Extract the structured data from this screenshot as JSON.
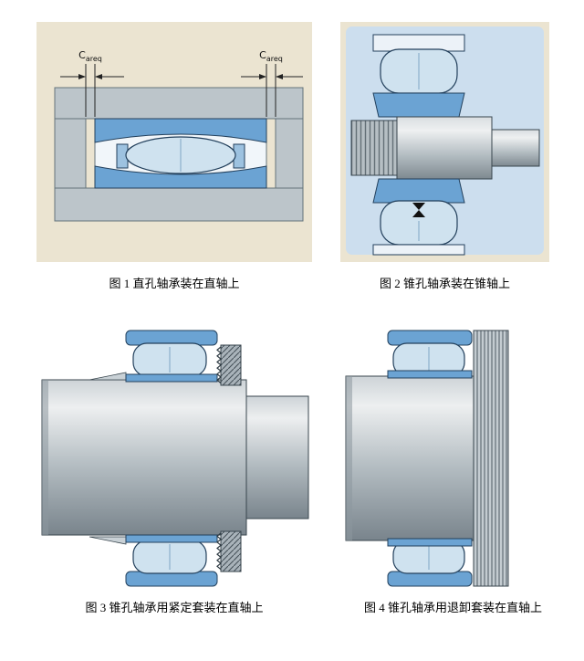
{
  "dim_label": {
    "base": "C",
    "sub": "areq"
  },
  "figures": [
    {
      "caption": "图 1 直孔轴承装在直轴上"
    },
    {
      "caption": "图 2 锥孔轴承装在锥轴上"
    },
    {
      "caption": "图 3 锥孔轴承用紧定套装在直轴上"
    },
    {
      "caption": "图 4 锥孔轴承用退卸套装在直轴上"
    }
  ],
  "colors": {
    "panel_beige": "#ebe4d1",
    "inner_panel_blue": "#ccdeee",
    "bearing_blue": "#6ba3d3",
    "roller_fill": "#cfe2ef",
    "steel_mid": "#bcc5ca",
    "outline_dark": "#23405c"
  }
}
